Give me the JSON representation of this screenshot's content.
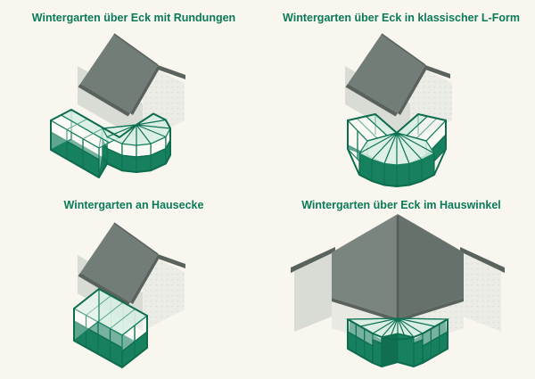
{
  "page": {
    "type": "infographic",
    "description_visible_only": "Four isometric illustrations of conservatory types attached to houses"
  },
  "panels": [
    {
      "id": "rundungen",
      "title": "Wintergarten über Eck mit Rundungen"
    },
    {
      "id": "l-form",
      "title": "Wintergarten über Eck in klassischer L-Form"
    },
    {
      "id": "hausecke",
      "title": "Wintergarten an Hausecke"
    },
    {
      "id": "hauswinkel",
      "title": "Wintergarten über Eck im Hauswinkel"
    }
  ],
  "colors": {
    "background": "#f8f6ee",
    "title_green": "#0a7a58",
    "garden_frame_green": "#0f7355",
    "garden_solid_green": "#17805f",
    "garden_floor_green": "#15795a",
    "glass_mint": "#d7efe4",
    "roof_grey": "#727d77",
    "roof_edge_grey": "#59625d",
    "wall_light_grey": "#e9ebe4",
    "wall_shaded_grey": "#d9dcd5"
  }
}
